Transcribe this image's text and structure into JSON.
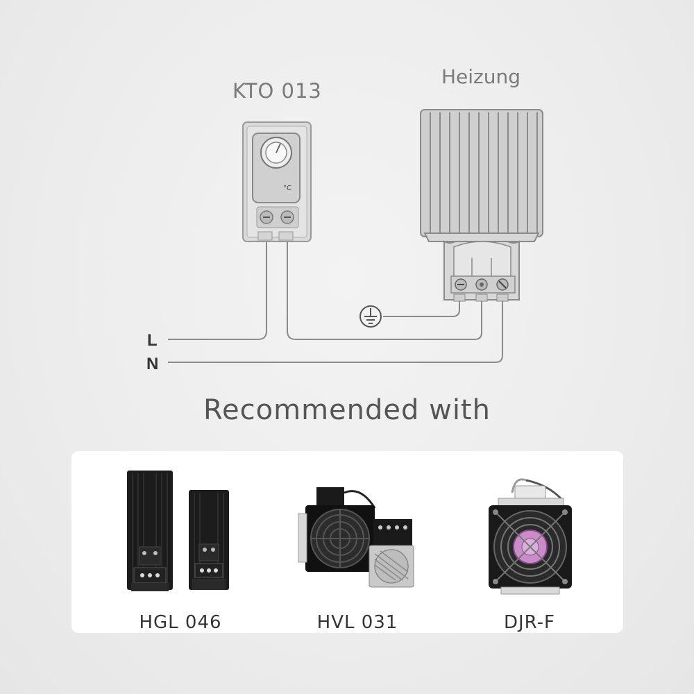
{
  "diagram": {
    "thermostat_label": "KTO 013",
    "heater_label": "Heizung",
    "line_labels": {
      "live": "L",
      "neutral": "N"
    },
    "ground_symbol": "ground-icon"
  },
  "recommended": {
    "title": "Recommended with",
    "products": [
      {
        "name": "HGL 046",
        "icon": "panel-heater-image"
      },
      {
        "name": "HVL 031",
        "icon": "fan-heater-image"
      },
      {
        "name": "DJR-F",
        "icon": "enclosure-fan-image"
      }
    ]
  },
  "colors": {
    "line": "#8a8a8a",
    "heater_body": "#bdbdbd",
    "card": "#ffffff"
  }
}
